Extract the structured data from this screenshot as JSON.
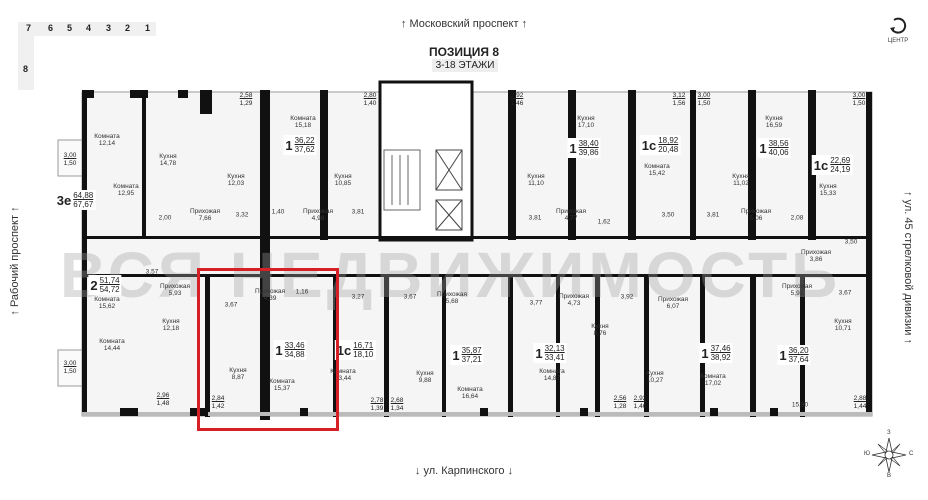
{
  "header": {
    "street_top": "↑ Московский проспект ↑",
    "street_bottom": "↓ ул. Карпинского ↓",
    "street_left": "↑ Рабочий проспект ↑",
    "street_right": "↑ ул. 45 стрелковой дивизии ↑",
    "title": "ПОЗИЦИЯ 8",
    "floors": "3-18 ЭТАЖИ",
    "center_label": "ЦЕНТР",
    "center_icon": "rotate-arrow-icon"
  },
  "sections": [
    "7",
    "6",
    "5",
    "4",
    "3",
    "2",
    "1"
  ],
  "section_extra": "8",
  "compass": {
    "n": "З",
    "w": "Ю",
    "e": "С",
    "s": "В"
  },
  "watermark": "ВСЯ НЕДВИЖИМОСТЬ",
  "colors": {
    "highlight": "#d62027",
    "walls": "#111111"
  },
  "apartments": [
    {
      "rooms": "3е",
      "living": "64,88",
      "total": "67,67"
    },
    {
      "rooms": "1",
      "living": "36,22",
      "total": "37,62"
    },
    {
      "rooms": "1",
      "living": "38,40",
      "total": "39,86"
    },
    {
      "rooms": "1с",
      "living": "18,92",
      "total": "20,48"
    },
    {
      "rooms": "1",
      "living": "38,56",
      "total": "40,06"
    },
    {
      "rooms": "1с",
      "living": "22,69",
      "total": "24,19"
    },
    {
      "rooms": "2",
      "living": "51,74",
      "total": "54,72"
    },
    {
      "rooms": "1",
      "living": "33,46",
      "total": "34,88"
    },
    {
      "rooms": "1с",
      "living": "16,71",
      "total": "18,10"
    },
    {
      "rooms": "1",
      "living": "35,87",
      "total": "37,21"
    },
    {
      "rooms": "1",
      "living": "32,13",
      "total": "33,41"
    },
    {
      "rooms": "1",
      "living": "37,46",
      "total": "38,92"
    },
    {
      "rooms": "1",
      "living": "36,20",
      "total": "37,64"
    }
  ],
  "rooms": [
    {
      "name": "Комната",
      "area": "12,14"
    },
    {
      "name": "Кухня",
      "area": "14,78"
    },
    {
      "name": "Комната",
      "area": "12,95"
    },
    {
      "name": "",
      "area": "2,00"
    },
    {
      "name": "Кухня",
      "area": "12,03"
    },
    {
      "name": "Прихожая",
      "area": "7,66"
    },
    {
      "name": "",
      "area": "3,32"
    },
    {
      "name": "",
      "area": "1,40"
    },
    {
      "name": "Комната",
      "area": "15,18"
    },
    {
      "name": "Кухня",
      "area": "10,85"
    },
    {
      "name": "Прихожая",
      "area": "4,98"
    },
    {
      "name": "",
      "area": "3,81"
    },
    {
      "name": "Кухня",
      "area": "11,10"
    },
    {
      "name": "",
      "area": "3,81"
    },
    {
      "name": "Кухня",
      "area": "17,10"
    },
    {
      "name": "Прихожая",
      "area": "4,77"
    },
    {
      "name": "",
      "area": "1,62"
    },
    {
      "name": "Комната",
      "area": "15,42"
    },
    {
      "name": "",
      "area": "3,50"
    },
    {
      "name": "",
      "area": "3,81"
    },
    {
      "name": "Кухня",
      "area": "11,02"
    },
    {
      "name": "Прихожая",
      "area": "5,06"
    },
    {
      "name": "",
      "area": "2,08"
    },
    {
      "name": "Кухня",
      "area": "16,59"
    },
    {
      "name": "Кухня",
      "area": "15,33"
    },
    {
      "name": "",
      "area": "3,50"
    },
    {
      "name": "Комната",
      "area": "15,62"
    },
    {
      "name": "",
      "area": "3,57"
    },
    {
      "name": "Прихожая",
      "area": "5,93"
    },
    {
      "name": "Кухня",
      "area": "12,18"
    },
    {
      "name": "Комната",
      "area": "14,44"
    },
    {
      "name": "",
      "area": "3,67"
    },
    {
      "name": "Прихожая",
      "area": "4,39"
    },
    {
      "name": "",
      "area": "1,16"
    },
    {
      "name": "Кухня",
      "area": "8,87"
    },
    {
      "name": "Комната",
      "area": "15,37"
    },
    {
      "name": "",
      "area": "3,27"
    },
    {
      "name": "",
      "area": "3,67"
    },
    {
      "name": "Комната",
      "area": "13,44"
    },
    {
      "name": "Кухня",
      "area": "9,88"
    },
    {
      "name": "Прихожая",
      "area": "5,68"
    },
    {
      "name": "Комната",
      "area": "16,64"
    },
    {
      "name": "",
      "area": "3,77"
    },
    {
      "name": "Прихожая",
      "area": "4,73"
    },
    {
      "name": "Комната",
      "area": "14,87"
    },
    {
      "name": "Кухня",
      "area": "8,76"
    },
    {
      "name": "",
      "area": "3,92"
    },
    {
      "name": "Прихожая",
      "area": "6,07"
    },
    {
      "name": "Кухня",
      "area": "10,27"
    },
    {
      "name": "Комната",
      "area": "17,02"
    },
    {
      "name": "",
      "area": "15,90"
    },
    {
      "name": "Прихожая",
      "area": "5,92"
    },
    {
      "name": "Прихожая",
      "area": "3,86"
    },
    {
      "name": "",
      "area": "3,67"
    },
    {
      "name": "Кухня",
      "area": "10,71"
    }
  ],
  "balconies": [
    {
      "area": "3,00",
      "reduced": "1,50"
    },
    {
      "area": "2,58",
      "reduced": "1,29"
    },
    {
      "area": "2,80",
      "reduced": "1,40"
    },
    {
      "area": "2,92",
      "reduced": "1,46"
    },
    {
      "area": "3,12",
      "reduced": "1,56"
    },
    {
      "area": "3,00",
      "reduced": "1,50"
    },
    {
      "area": "3,00",
      "reduced": "1,50"
    },
    {
      "area": "3,00",
      "reduced": "1,50"
    },
    {
      "area": "2,96",
      "reduced": "1,48"
    },
    {
      "area": "2,84",
      "reduced": "1,42"
    },
    {
      "area": "2,78",
      "reduced": "1,39"
    },
    {
      "area": "2,68",
      "reduced": "1,34"
    },
    {
      "area": "2,56",
      "reduced": "1,28"
    },
    {
      "area": "2,92",
      "reduced": "1,46"
    },
    {
      "area": "2,88",
      "reduced": "1,44"
    }
  ]
}
